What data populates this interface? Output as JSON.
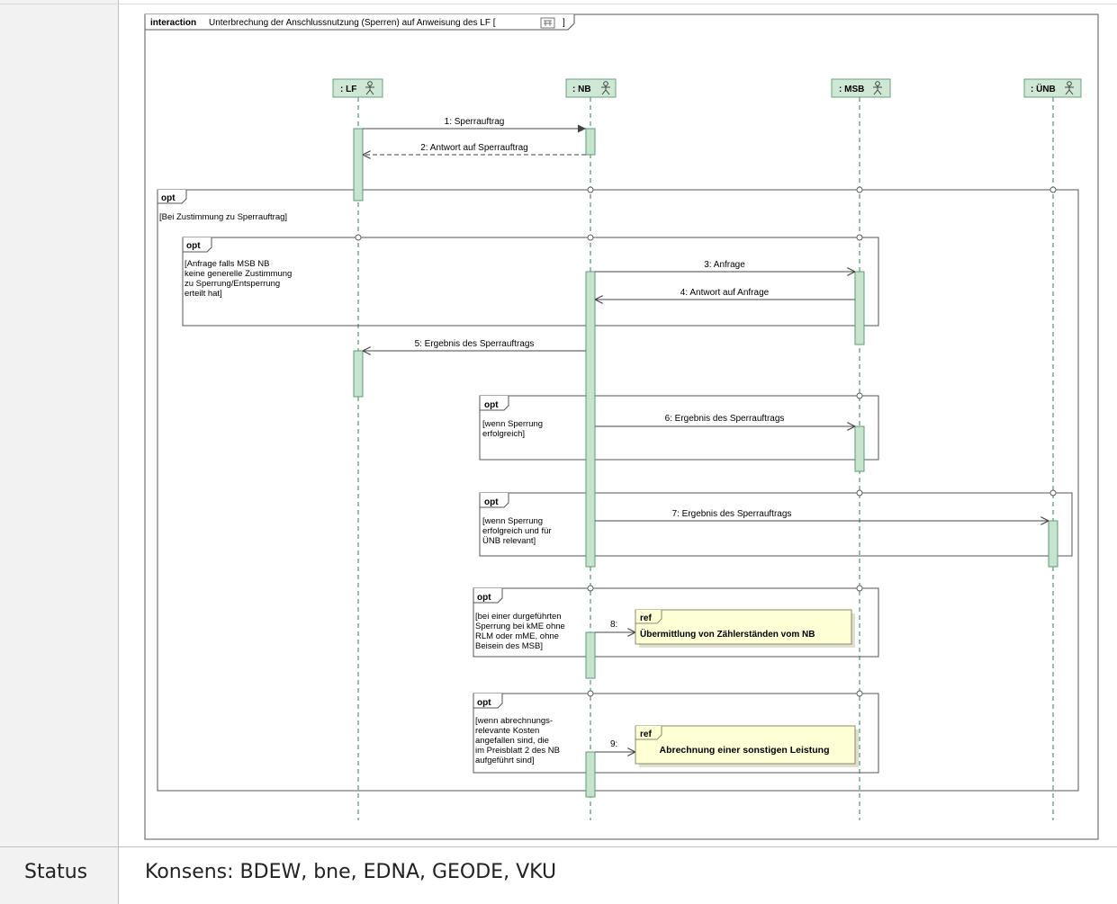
{
  "diagram": {
    "frame_keyword": "interaction",
    "frame_title": "Unterbrechung der Anschlussnutzung (Sperren) auf Anweisung des LF [",
    "frame_title_end": "]",
    "lifelines": [
      {
        "id": "lf",
        "label": ": LF"
      },
      {
        "id": "nb",
        "label": ": NB"
      },
      {
        "id": "msb",
        "label": ": MSB"
      },
      {
        "id": "unb",
        "label": ": ÜNB"
      }
    ],
    "messages": [
      {
        "id": "m1",
        "label": "1: Sperrauftrag"
      },
      {
        "id": "m2",
        "label": "2: Antwort auf Sperrauftrag"
      },
      {
        "id": "m3",
        "label": "3: Anfrage"
      },
      {
        "id": "m4",
        "label": "4: Antwort auf Anfrage"
      },
      {
        "id": "m5",
        "label": "5: Ergebnis des Sperrauftrags"
      },
      {
        "id": "m6",
        "label": "6: Ergebnis des Sperrauftrags"
      },
      {
        "id": "m7",
        "label": "7: Ergebnis des Sperrauftrags"
      },
      {
        "id": "m8",
        "label": "8:"
      },
      {
        "id": "m9",
        "label": "9:"
      }
    ],
    "fragments": [
      {
        "id": "f_outer",
        "operator": "opt",
        "guard": [
          "[Bei Zustimmung zu Sperrauftrag]"
        ]
      },
      {
        "id": "f_anfrage",
        "operator": "opt",
        "guard": [
          "[Anfrage falls MSB NB",
          "keine generelle Zustimmung",
          "zu Sperrung/Entsperrung",
          "erteilt hat]"
        ]
      },
      {
        "id": "f_msb",
        "operator": "opt",
        "guard": [
          "[wenn Sperrung",
          "erfolgreich]"
        ]
      },
      {
        "id": "f_unb",
        "operator": "opt",
        "guard": [
          "[wenn Sperrung",
          "erfolgreich und für",
          "ÜNB relevant]"
        ]
      },
      {
        "id": "f_kme",
        "operator": "opt",
        "guard": [
          "[bei einer durgeführten",
          "Sperrung bei kME ohne",
          "RLM oder mME, ohne",
          "Beisein des MSB]"
        ]
      },
      {
        "id": "f_kosten",
        "operator": "opt",
        "guard": [
          "[wenn abrechnungs-",
          "relevante Kosten",
          "angefallen sind, die",
          "im Preisblatt 2 des NB",
          "aufgeführt sind]"
        ]
      }
    ],
    "refs": [
      {
        "id": "r1",
        "keyword": "ref",
        "label": "Übermittlung von Zählerständen vom NB"
      },
      {
        "id": "r2",
        "keyword": "ref",
        "label": "Abrechnung einer sonstigen Leistung"
      }
    ],
    "colors": {
      "lifeline_head": "#cfe8d6",
      "activation": "#c6e3cd",
      "lifeline_stroke": "#3a7a5a",
      "ref_fill": "#ffffd6",
      "frame_stroke": "#555555"
    }
  },
  "status": {
    "label": "Status",
    "value": "Konsens: BDEW, bne, EDNA, GEODE, VKU"
  }
}
